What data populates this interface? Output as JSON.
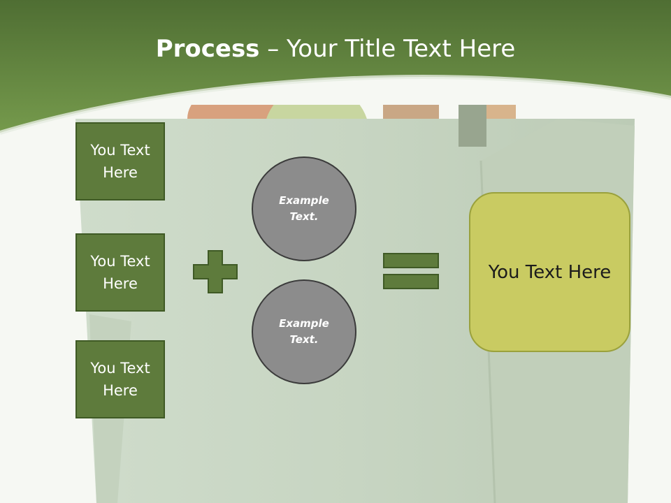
{
  "title": {
    "bold": "Process",
    "rest": " – Your Title Text Here"
  },
  "left_boxes": [
    {
      "label": "You Text Here"
    },
    {
      "label": "You Text Here"
    },
    {
      "label": "You Text Here"
    }
  ],
  "circles": [
    {
      "label": "Example Text."
    },
    {
      "label": "Example Text."
    }
  ],
  "result": {
    "label": "You Text Here"
  },
  "colors": {
    "header": "#5f823a",
    "box_fill": "#5e7b3c",
    "circle_fill": "#8c8c8c",
    "result_fill": "#c9cb62",
    "operator_fill": "#5e7b3c"
  },
  "icons": {
    "plus": "plus-icon",
    "equals": "equals-icon"
  }
}
